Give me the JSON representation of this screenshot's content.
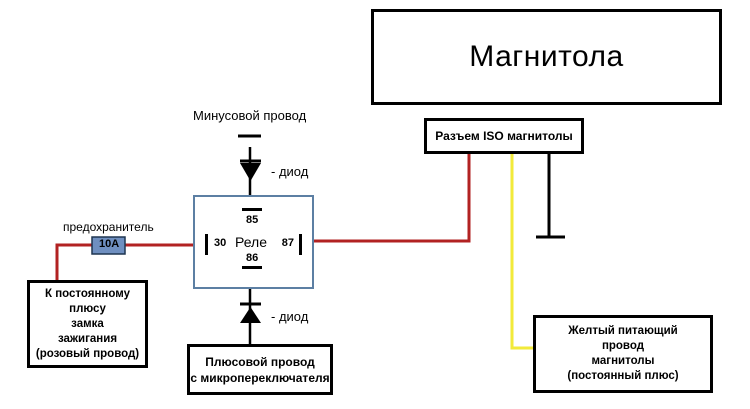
{
  "headunit": {
    "label": "Магнитола"
  },
  "iso_connector": {
    "label": "Разъем ISO магнитолы"
  },
  "relay": {
    "label": "Реле",
    "pins": {
      "p85": "85",
      "p86": "86",
      "p30": "30",
      "p87": "87"
    }
  },
  "minus_wire": {
    "label": "Минусовой провод"
  },
  "diodes": {
    "top_label": "- диод",
    "bottom_label": "- диод"
  },
  "fuse": {
    "caption": "предохранитель",
    "rating": "10A"
  },
  "ignition_box": {
    "lines": [
      "К постоянному",
      "плюсу",
      "замка",
      "зажигания",
      "(розовый провод)"
    ]
  },
  "plus_wire_box": {
    "lines": [
      "Плюсовой провод",
      "с микропереключателя"
    ]
  },
  "yellow_wire_box": {
    "lines": [
      "Желтый питающий",
      "провод",
      "магнитолы",
      "(постоянный плюс)"
    ]
  },
  "colors": {
    "red_wire": "#b22222",
    "yellow_wire": "#f2ea3a",
    "relay_border": "#5c7fa3",
    "fuse_fill": "#6f8fc0"
  }
}
